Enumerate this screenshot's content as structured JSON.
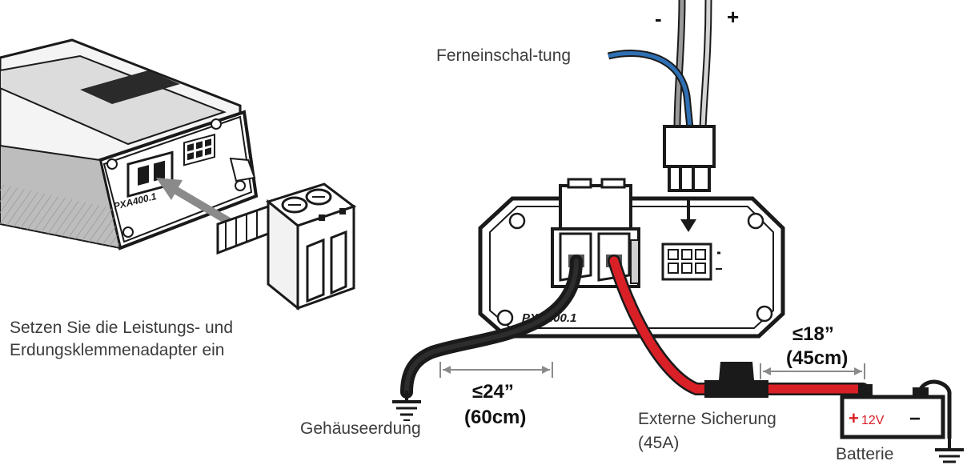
{
  "labels": {
    "remote": "Ferneinschal-tung",
    "minus": "-",
    "plus": "+",
    "install_line1": "Setzen Sie die Leistungs- und",
    "install_line2": "Erdungsklemmenadapter ein",
    "len1_in": "≤24”",
    "len1_cm": "(60cm)",
    "len2_in": "≤18”",
    "len2_cm": "(45cm)",
    "ground": "Gehäuseerdung",
    "fuse_line1": "Externe Sicherung",
    "fuse_line2": "(45A)",
    "battery": "Batterie",
    "battery_plus": "+",
    "battery_voltage": "12V",
    "battery_minus": "−",
    "model_left": "PXA400.1",
    "model_main": "PXA400.1"
  },
  "colors": {
    "remote_wire": "#2f6fb3",
    "power_wire": "#d92027",
    "ground_wire": "#1a1a1a",
    "outline": "#1a1a1a",
    "housing": "#e6e6e6"
  }
}
